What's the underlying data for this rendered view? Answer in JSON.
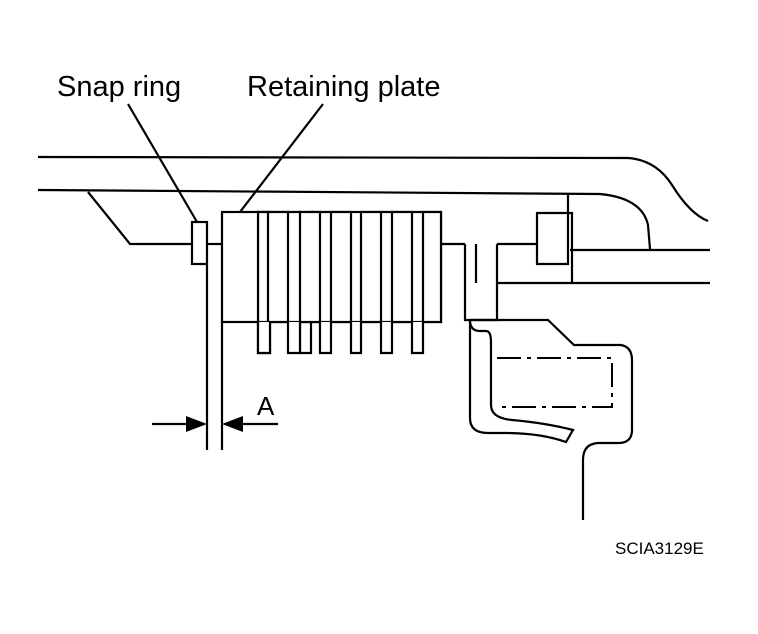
{
  "labels": {
    "snap_ring": "Snap ring",
    "retaining_plate": "Retaining plate",
    "dimension": "A",
    "figure_code": "SCIA3129E"
  },
  "colors": {
    "line": "#000000",
    "background": "#ffffff"
  }
}
